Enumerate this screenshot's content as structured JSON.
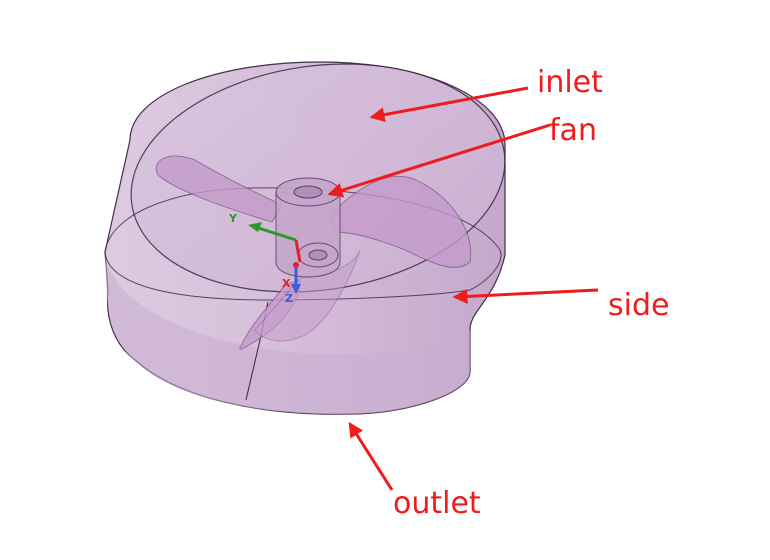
{
  "annotations": {
    "inlet": "inlet",
    "fan": "fan",
    "side": "side",
    "outlet": "outlet"
  },
  "axes": {
    "x": "X",
    "y": "Y",
    "z": "Z"
  },
  "colors": {
    "label": "#ee1c1c",
    "arrow": "#ee1c1c",
    "body_fill": "#cdb4d4",
    "body_stroke": "#3a2440",
    "blade_fill": "#c79fcc",
    "axis_x": "#e0202a",
    "axis_y": "#2a9a2a",
    "axis_z": "#3d5ad8"
  }
}
